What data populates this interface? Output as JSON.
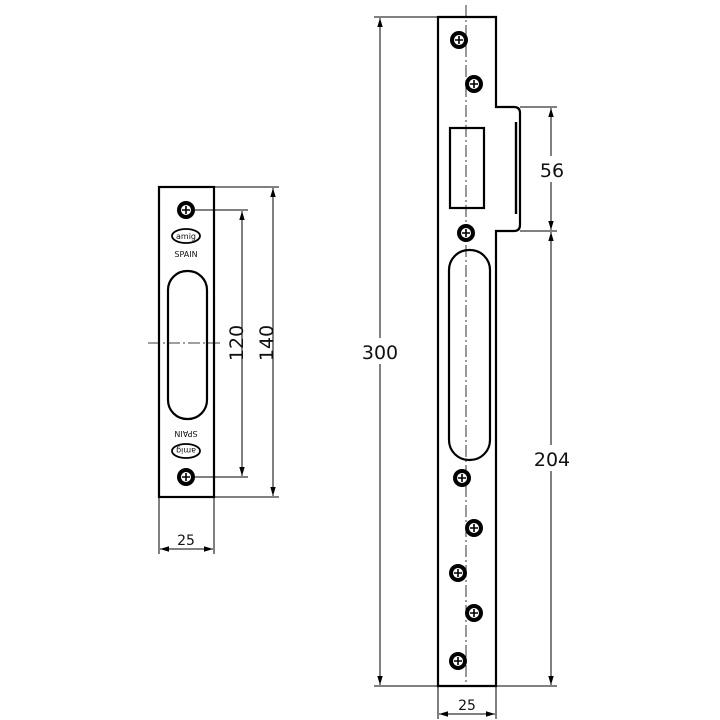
{
  "small_plate": {
    "logo_text": "amig",
    "origin_text": "SPAIN",
    "dim_hole_spacing": "120",
    "dim_height": "140",
    "dim_width": "25"
  },
  "large_plate": {
    "dim_height": "300",
    "dim_lip": "56",
    "dim_lower": "204",
    "dim_width": "25"
  }
}
